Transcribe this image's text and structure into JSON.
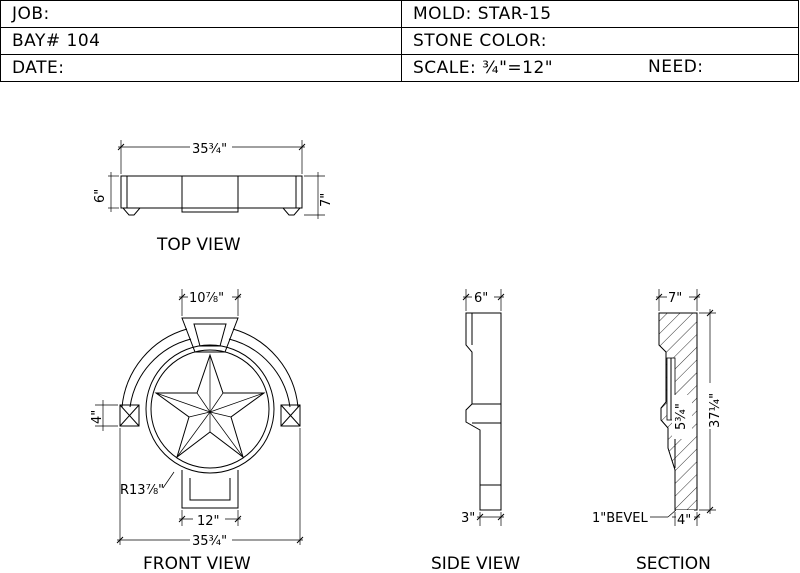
{
  "title_block": {
    "job": "JOB:",
    "bay": "BAY# 104",
    "date": "DATE:",
    "mold": "MOLD: STAR-15",
    "stone_color": "STONE COLOR:",
    "scale": "SCALE: ¾\"=12\"",
    "need": "NEED:"
  },
  "views": {
    "top": {
      "label": "TOP VIEW",
      "dim_width": "35¾\"",
      "dim_left": "6\"",
      "dim_right": "7\""
    },
    "front": {
      "label": "FRONT VIEW",
      "dim_keystone": "10⅞\"",
      "dim_side": "4\"",
      "dim_radius": "R13⅞\"",
      "dim_base": "12\"",
      "dim_width": "35¾\""
    },
    "side": {
      "label": "SIDE VIEW",
      "dim_top": "6\"",
      "dim_bottom": "3\""
    },
    "section": {
      "label": "SECTION",
      "dim_top": "7\"",
      "dim_inner": "5¾\"",
      "dim_height": "37¼\"",
      "dim_bevel": "1\"BEVEL",
      "dim_bottom": "4\""
    }
  }
}
